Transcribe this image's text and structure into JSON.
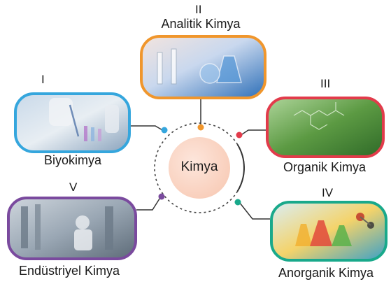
{
  "center": {
    "label": "Kimya",
    "fill": "#fbd9c9"
  },
  "branches": [
    {
      "numeral": "II",
      "label": "Analitik Kimya",
      "color": "#f0962c",
      "picture": "laboratory-glassware-photo"
    },
    {
      "numeral": "I",
      "label": "Biyokimya",
      "color": "#35a6dd",
      "picture": "pipette-test-tubes-photo"
    },
    {
      "numeral": "III",
      "label": "Organik Kimya",
      "color": "#e23b4b",
      "picture": "green-plants-molecule-photo"
    },
    {
      "numeral": "V",
      "label": "Endüstriyel Kimya",
      "color": "#7a4a9e",
      "picture": "industrial-plant-worker-photo"
    },
    {
      "numeral": "IV",
      "label": "Anorganik Kimya",
      "color": "#19a98b",
      "picture": "colored-flasks-molecule-photo"
    }
  ]
}
